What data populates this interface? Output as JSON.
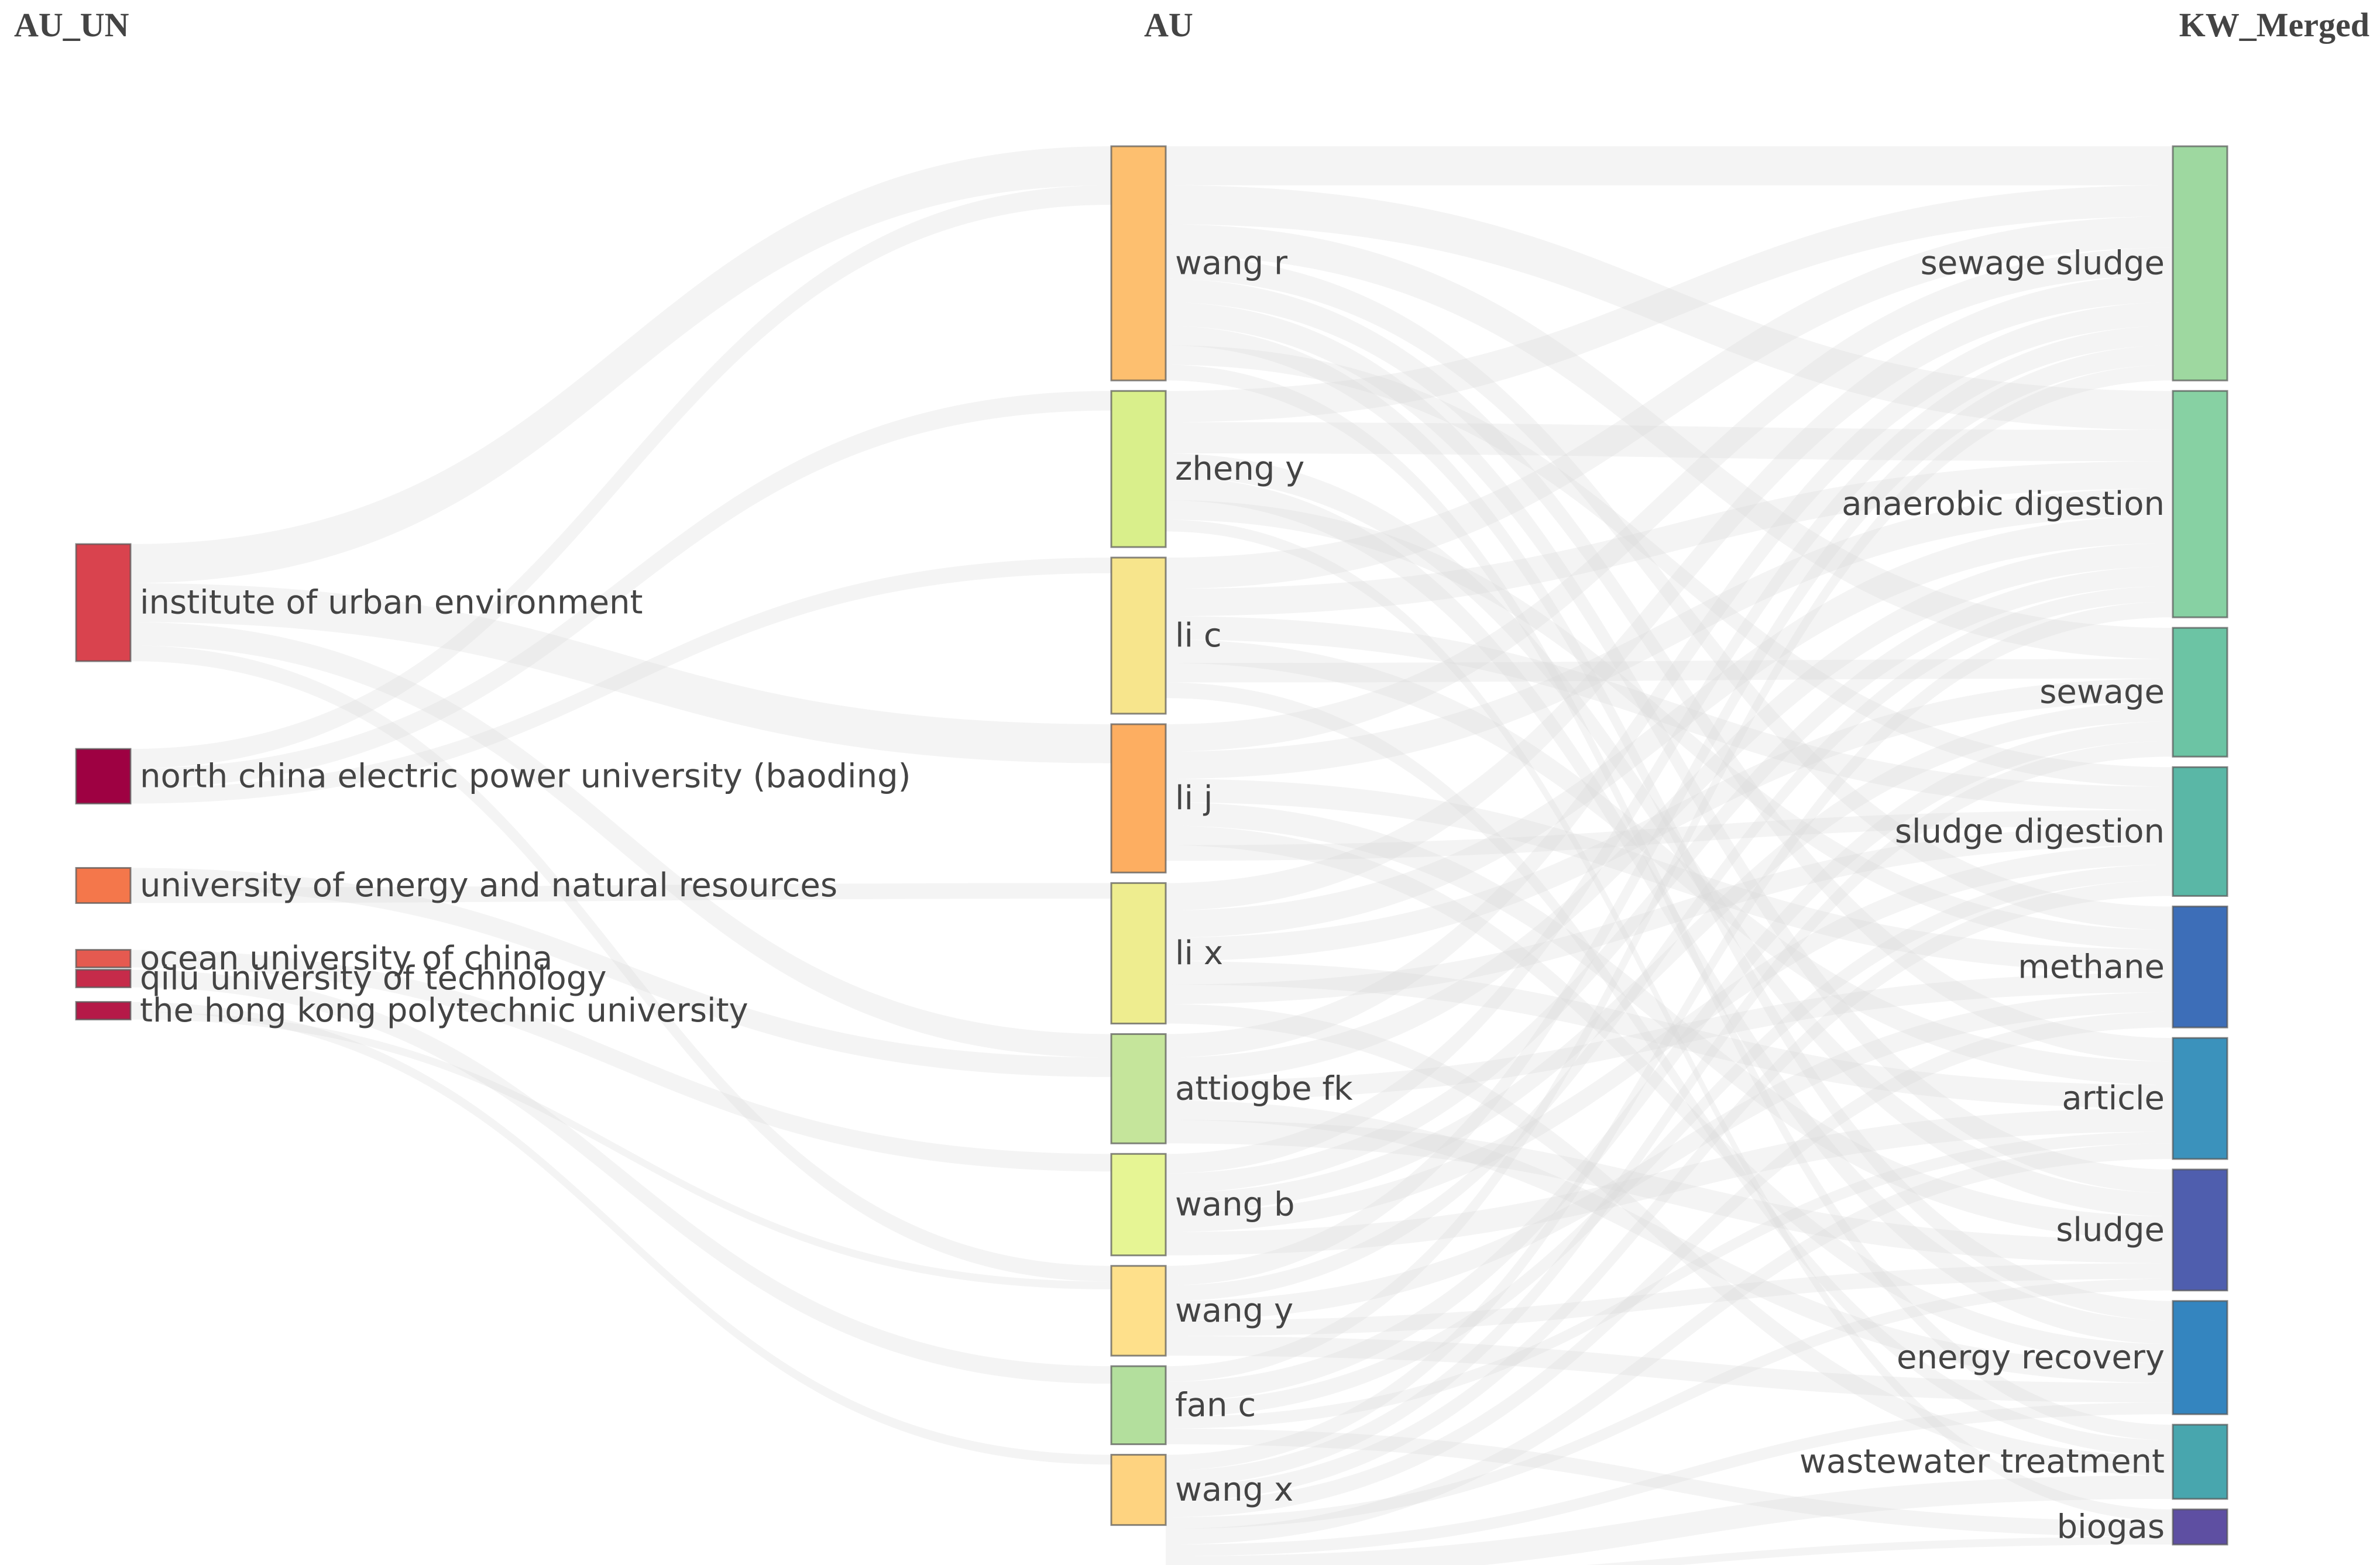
{
  "columns": {
    "left": "AU_UN",
    "middle": "AU",
    "right": "KW_Merged"
  },
  "nodes": {
    "left": [
      {
        "name": "institute of urban environment",
        "value": 3,
        "color": "#d9434e"
      },
      {
        "name": "north china electric power university (baoding)",
        "value": 1.4,
        "color": "#9e0142"
      },
      {
        "name": "university of energy and natural resources",
        "value": 0.9,
        "color": "#f4774b"
      },
      {
        "name": "ocean university of china",
        "value": 0.45,
        "color": "#e55a50"
      },
      {
        "name": "qilu university of technology",
        "value": 0.45,
        "color": "#c62b4a"
      },
      {
        "name": "the hong kong polytechnic university",
        "value": 0.45,
        "color": "#b51948"
      }
    ],
    "middle": [
      {
        "name": "wang r",
        "value": 6,
        "color": "#fdbf6f"
      },
      {
        "name": "zheng y",
        "value": 4,
        "color": "#d9ef8b"
      },
      {
        "name": "li c",
        "value": 4,
        "color": "#f7e58c"
      },
      {
        "name": "li j",
        "value": 3.8,
        "color": "#fdae61"
      },
      {
        "name": "li x",
        "value": 3.6,
        "color": "#eeed8f"
      },
      {
        "name": "attiogbe fk",
        "value": 2.8,
        "color": "#c5e59b"
      },
      {
        "name": "wang b",
        "value": 2.6,
        "color": "#e6f594"
      },
      {
        "name": "wang y",
        "value": 2.3,
        "color": "#fee08b"
      },
      {
        "name": "fan c",
        "value": 2,
        "color": "#b3df9d"
      },
      {
        "name": "wang x",
        "value": 1.8,
        "color": "#fed380"
      }
    ],
    "right": [
      {
        "name": "sewage sludge",
        "value": 6,
        "color": "#9ed8a0"
      },
      {
        "name": "anaerobic digestion",
        "value": 5.8,
        "color": "#87d1a3"
      },
      {
        "name": "sewage",
        "value": 3.3,
        "color": "#6cc4a4"
      },
      {
        "name": "sludge digestion",
        "value": 3.3,
        "color": "#5ab7a6"
      },
      {
        "name": "methane",
        "value": 3.1,
        "color": "#3d6eb8"
      },
      {
        "name": "article",
        "value": 3.1,
        "color": "#3b92bc"
      },
      {
        "name": "sludge",
        "value": 3.1,
        "color": "#4f5eae"
      },
      {
        "name": "energy recovery",
        "value": 2.9,
        "color": "#3485bf"
      },
      {
        "name": "wastewater treatment",
        "value": 1.9,
        "color": "#48a6ae"
      },
      {
        "name": "biogas",
        "value": 0.9,
        "color": "#5e4fa2"
      }
    ]
  },
  "links": [
    {
      "source": "institute of urban environment",
      "target": "wang r",
      "value": 1
    },
    {
      "source": "institute of urban environment",
      "target": "li j",
      "value": 1
    },
    {
      "source": "institute of urban environment",
      "target": "attiogbe fk",
      "value": 0.6
    },
    {
      "source": "institute of urban environment",
      "target": "wang y",
      "value": 0.4
    },
    {
      "source": "north china electric power university (baoding)",
      "target": "wang r",
      "value": 0.5
    },
    {
      "source": "north china electric power university (baoding)",
      "target": "zheng y",
      "value": 0.5
    },
    {
      "source": "north china electric power university (baoding)",
      "target": "li c",
      "value": 0.4
    },
    {
      "source": "university of energy and natural resources",
      "target": "attiogbe fk",
      "value": 0.5
    },
    {
      "source": "university of energy and natural resources",
      "target": "li x",
      "value": 0.4
    },
    {
      "source": "ocean university of china",
      "target": "wang b",
      "value": 0.45
    },
    {
      "source": "qilu university of technology",
      "target": "fan c",
      "value": 0.45
    },
    {
      "source": "the hong kong polytechnic university",
      "target": "wang x",
      "value": 0.25
    },
    {
      "source": "the hong kong polytechnic university",
      "target": "wang y",
      "value": 0.2
    },
    {
      "source": "wang r",
      "target": "sewage sludge",
      "value": 1
    },
    {
      "source": "wang r",
      "target": "anaerobic digestion",
      "value": 1
    },
    {
      "source": "wang r",
      "target": "sewage",
      "value": 0.8
    },
    {
      "source": "wang r",
      "target": "methane",
      "value": 0.6
    },
    {
      "source": "wang r",
      "target": "article",
      "value": 0.6
    },
    {
      "source": "wang r",
      "target": "sludge",
      "value": 0.6
    },
    {
      "source": "wang r",
      "target": "energy recovery",
      "value": 0.5
    },
    {
      "source": "wang r",
      "target": "sludge digestion",
      "value": 0.5
    },
    {
      "source": "wang r",
      "target": "wastewater treatment",
      "value": 0.4
    },
    {
      "source": "zheng y",
      "target": "sewage sludge",
      "value": 0.8
    },
    {
      "source": "zheng y",
      "target": "anaerobic digestion",
      "value": 0.8
    },
    {
      "source": "zheng y",
      "target": "sludge",
      "value": 0.6
    },
    {
      "source": "zheng y",
      "target": "energy recovery",
      "value": 0.6
    },
    {
      "source": "zheng y",
      "target": "methane",
      "value": 0.5
    },
    {
      "source": "zheng y",
      "target": "biogas",
      "value": 0.3
    },
    {
      "source": "li c",
      "target": "sewage sludge",
      "value": 0.8
    },
    {
      "source": "li c",
      "target": "anaerobic digestion",
      "value": 0.7
    },
    {
      "source": "li c",
      "target": "sludge digestion",
      "value": 0.6
    },
    {
      "source": "li c",
      "target": "article",
      "value": 0.6
    },
    {
      "source": "li c",
      "target": "sewage",
      "value": 0.5
    },
    {
      "source": "li c",
      "target": "wastewater treatment",
      "value": 0.4
    },
    {
      "source": "li j",
      "target": "sewage sludge",
      "value": 0.7
    },
    {
      "source": "li j",
      "target": "anaerobic digestion",
      "value": 0.7
    },
    {
      "source": "li j",
      "target": "methane",
      "value": 0.6
    },
    {
      "source": "li j",
      "target": "sludge",
      "value": 0.6
    },
    {
      "source": "li j",
      "target": "energy recovery",
      "value": 0.5
    },
    {
      "source": "li j",
      "target": "sludge digestion",
      "value": 0.4
    },
    {
      "source": "li x",
      "target": "sewage sludge",
      "value": 0.7
    },
    {
      "source": "li x",
      "target": "anaerobic digestion",
      "value": 0.7
    },
    {
      "source": "li x",
      "target": "sewage",
      "value": 0.6
    },
    {
      "source": "li x",
      "target": "article",
      "value": 0.6
    },
    {
      "source": "li x",
      "target": "sludge digestion",
      "value": 0.5
    },
    {
      "source": "li x",
      "target": "wastewater treatment",
      "value": 0.5
    },
    {
      "source": "attiogbe fk",
      "target": "sewage sludge",
      "value": 0.6
    },
    {
      "source": "attiogbe fk",
      "target": "anaerobic digestion",
      "value": 0.6
    },
    {
      "source": "attiogbe fk",
      "target": "methane",
      "value": 0.5
    },
    {
      "source": "attiogbe fk",
      "target": "energy recovery",
      "value": 0.5
    },
    {
      "source": "attiogbe fk",
      "target": "sludge",
      "value": 0.6
    },
    {
      "source": "wang b",
      "target": "sewage sludge",
      "value": 0.5
    },
    {
      "source": "wang b",
      "target": "anaerobic digestion",
      "value": 0.5
    },
    {
      "source": "wang b",
      "target": "sewage",
      "value": 0.5
    },
    {
      "source": "wang b",
      "target": "sludge digestion",
      "value": 0.5
    },
    {
      "source": "wang b",
      "target": "article",
      "value": 0.6
    },
    {
      "source": "wang y",
      "target": "sewage sludge",
      "value": 0.5
    },
    {
      "source": "wang y",
      "target": "anaerobic digestion",
      "value": 0.4
    },
    {
      "source": "wang y",
      "target": "methane",
      "value": 0.5
    },
    {
      "source": "wang y",
      "target": "sludge",
      "value": 0.4
    },
    {
      "source": "wang y",
      "target": "energy recovery",
      "value": 0.5
    },
    {
      "source": "fan c",
      "target": "sewage sludge",
      "value": 0.4
    },
    {
      "source": "fan c",
      "target": "sewage",
      "value": 0.5
    },
    {
      "source": "fan c",
      "target": "sludge digestion",
      "value": 0.4
    },
    {
      "source": "fan c",
      "target": "article",
      "value": 0.3
    },
    {
      "source": "fan c",
      "target": "biogas",
      "value": 0.4
    },
    {
      "source": "wang x",
      "target": "anaerobic digestion",
      "value": 0.4
    },
    {
      "source": "wang x",
      "target": "sewage",
      "value": 0.4
    },
    {
      "source": "wang x",
      "target": "sludge digestion",
      "value": 0.4
    },
    {
      "source": "wang x",
      "target": "methane",
      "value": 0.4
    },
    {
      "source": "wang x",
      "target": "sludge",
      "value": 0.3
    },
    {
      "source": "wang x",
      "target": "article",
      "value": 0.4
    },
    {
      "source": "wang x",
      "target": "energy recovery",
      "value": 0.3
    },
    {
      "source": "wang x",
      "target": "wastewater treatment",
      "value": 0.6
    },
    {
      "source": "wang x",
      "target": "biogas",
      "value": 0.2
    }
  ],
  "colors": {
    "link": "#d8d8d8",
    "node_border": "#555555",
    "label": "#444444"
  }
}
